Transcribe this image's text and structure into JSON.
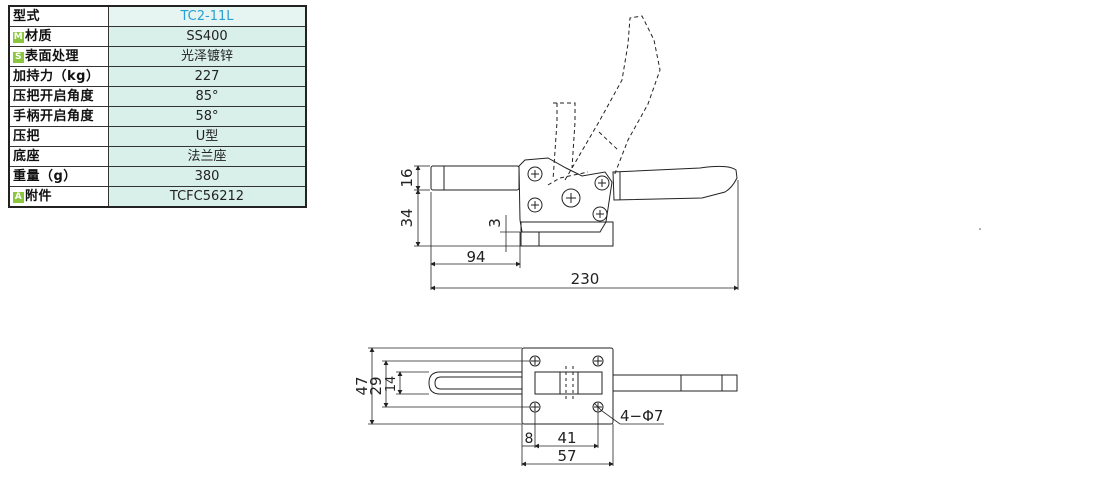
{
  "specs": [
    {
      "label": "型式",
      "value": "TC2-11L",
      "badge": ""
    },
    {
      "label": "材质",
      "value": "SS400",
      "badge": "M"
    },
    {
      "label": "表面处理",
      "value": "光泽镀锌",
      "badge": "S"
    },
    {
      "label": "加持力（kg）",
      "value": "227",
      "badge": ""
    },
    {
      "label": "压把开启角度",
      "value": "85°",
      "badge": ""
    },
    {
      "label": "手柄开启角度",
      "value": "58°",
      "badge": ""
    },
    {
      "label": "压把",
      "value": "U型",
      "badge": ""
    },
    {
      "label": "底座",
      "value": "法兰座",
      "badge": ""
    },
    {
      "label": "重量（g）",
      "value": "380",
      "badge": ""
    },
    {
      "label": "附件",
      "value": "TCFC56212",
      "badge": "A"
    }
  ],
  "side_view": {
    "dim_16": "16",
    "dim_34": "34",
    "dim_3": "3",
    "dim_94": "94",
    "dim_230": "230"
  },
  "top_view": {
    "dim_47": "47",
    "dim_29": "29",
    "dim_14": "14",
    "dim_8": "8",
    "dim_41": "41",
    "dim_57": "57",
    "hole_callout": "4−Φ7"
  }
}
